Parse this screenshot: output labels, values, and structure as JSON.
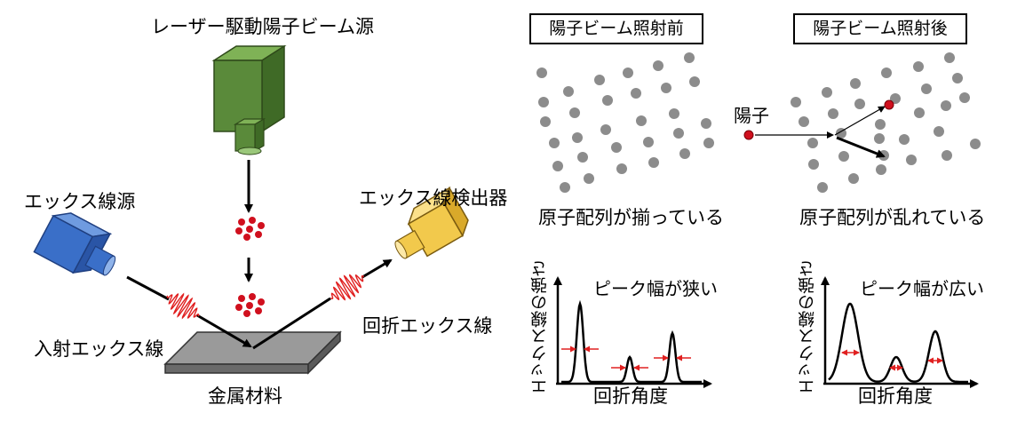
{
  "left": {
    "proton_source_label": "レーザー駆動陽子ビーム源",
    "xray_source_label": "エックス線源",
    "detector_label": "エックス線検出器",
    "incident_label": "入射エックス線",
    "diffracted_label": "回折エックス線",
    "material_label": "金属材料"
  },
  "before": {
    "title": "陽子ビーム照射前",
    "caption": "原子配列が揃っている",
    "peak_label": "ピーク幅が狭い",
    "y_label": "エックス線の強さ",
    "x_label": "回折角度"
  },
  "after": {
    "title": "陽子ビーム照射後",
    "caption": "原子配列が乱れている",
    "peak_label": "ピーク幅が広い",
    "y_label": "エックス線の強さ",
    "x_label": "回折角度",
    "proton_label": "陽子"
  },
  "colors": {
    "proton_source": "#5a8a3a",
    "xray_source": "#3a6fc8",
    "detector": "#f2c94c",
    "material": "#8c8c8c",
    "proton": "#d0101e",
    "wave": "#e02020",
    "atom": "#8c8c8c"
  }
}
